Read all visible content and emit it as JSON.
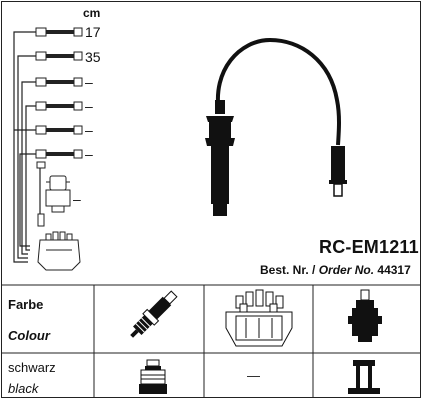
{
  "lengths": {
    "unit": "cm",
    "rows": [
      "17",
      "35",
      "–",
      "–",
      "–",
      "–",
      "–"
    ]
  },
  "product": {
    "model": "RC-EM1211",
    "order_label_de": "Best. Nr. /",
    "order_label_en": "Order No.",
    "order_number": "44317"
  },
  "table": {
    "header_de": "Farbe",
    "header_en": "Colour",
    "row_de": "schwarz",
    "row_en": "black",
    "dash": "—"
  }
}
